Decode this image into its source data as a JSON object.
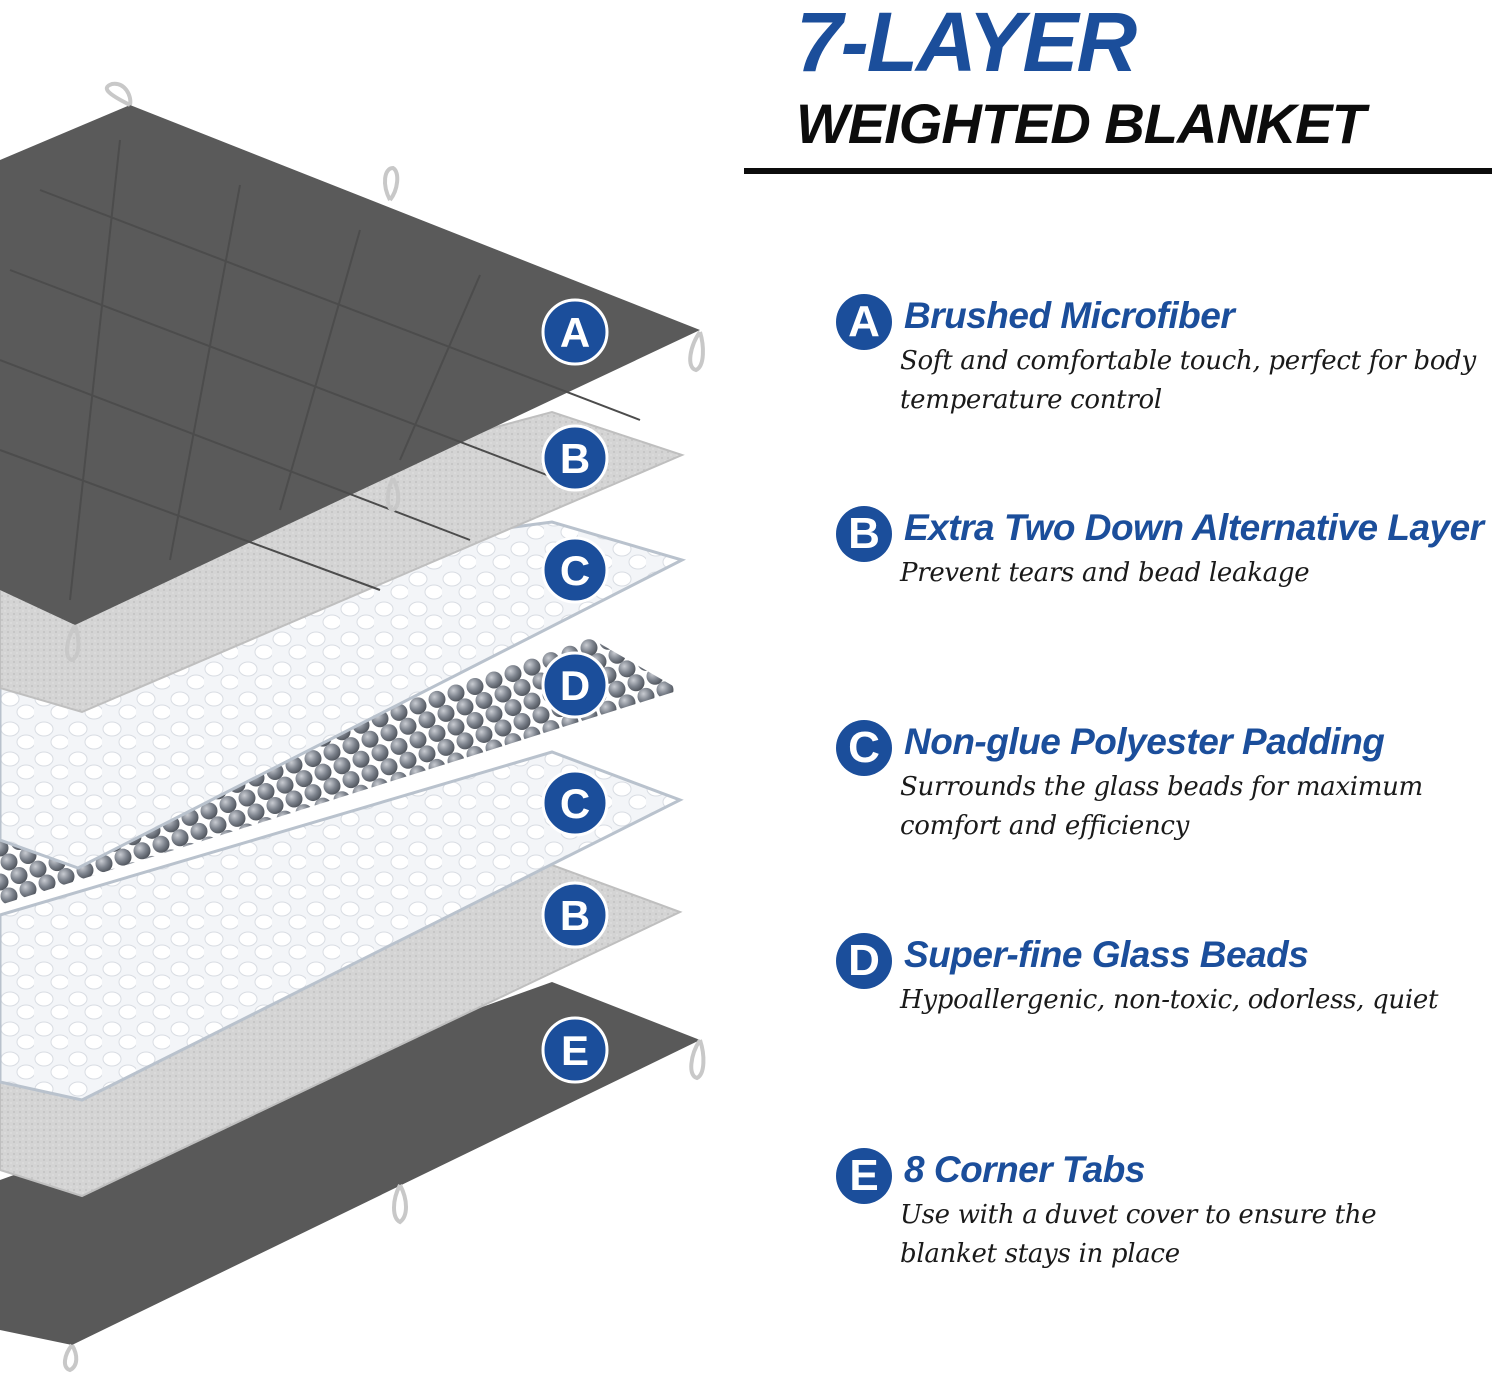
{
  "header": {
    "title": "7-LAYER",
    "subtitle": "WEIGHTED BLANKET"
  },
  "colors": {
    "brand_blue": "#1b4e9b",
    "fabric_dark": "#585858",
    "fabric_light": "#d2d2d2",
    "padding_white": "#f2f4f7",
    "glass_bead": "#7f8590"
  },
  "diagram_badges": [
    "A",
    "B",
    "C",
    "D",
    "C",
    "B",
    "E"
  ],
  "legend": [
    {
      "badge": "A",
      "title": "Brushed Microfiber",
      "description": "Soft and comfortable touch, perfect for body temperature control"
    },
    {
      "badge": "B",
      "title": "Extra Two Down Alternative Layer",
      "description": "Prevent tears and bead leakage"
    },
    {
      "badge": "C",
      "title": "Non-glue Polyester Padding",
      "description": "Surrounds the glass beads for maximum comfort and efficiency"
    },
    {
      "badge": "D",
      "title": "Super-fine Glass Beads",
      "description": "Hypoallergenic, non-toxic, odorless, quiet"
    },
    {
      "badge": "E",
      "title": "8 Corner Tabs",
      "description": "Use with a duvet cover to ensure the blanket stays in place"
    }
  ]
}
